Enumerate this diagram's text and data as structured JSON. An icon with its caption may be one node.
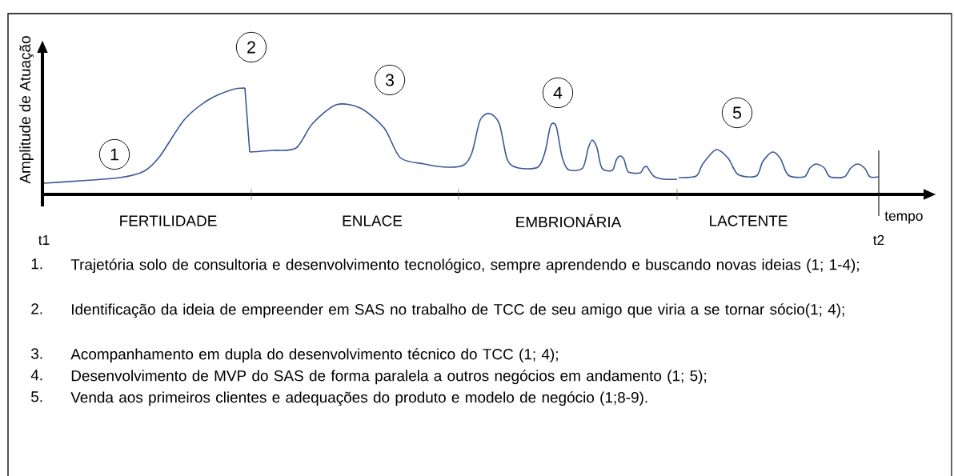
{
  "diagram": {
    "nodes": [
      {
        "text": [
          "1"
        ]
      },
      {
        "text": [
          "2"
        ]
      },
      {
        "text": [
          "3"
        ]
      },
      {
        "text": [
          "4"
        ]
      },
      {
        "text": [
          "5"
        ]
      }
    ],
    "labels": [
      "Amplitude de Atuação",
      "FERTILIDADE",
      "ENLACE",
      "EMBRIONÁRIA",
      "LACTENTE",
      "tempo",
      "t1",
      "t2",
      "1.",
      "Trajetória solo de consultoria e desenvolvimento tecnológico, sempre aprendendo e buscando novas ideias (1; 1-4);",
      "2.",
      "Identificação da ideia de empreender em SAS no trabalho de TCC de seu amigo que viria a se tornar sócio(1; 4);",
      "3.",
      "Acompanhamento em dupla do desenvolvimento técnico do TCC (1; 4);",
      "4.",
      "Desenvolvimento de MVP do SAS de forma paralela a outros negócios em andamento (1; 5);",
      "5.",
      "Venda aos primeiros clientes e adequações do produto e modelo de negócio (1;8-9)."
    ]
  }
}
